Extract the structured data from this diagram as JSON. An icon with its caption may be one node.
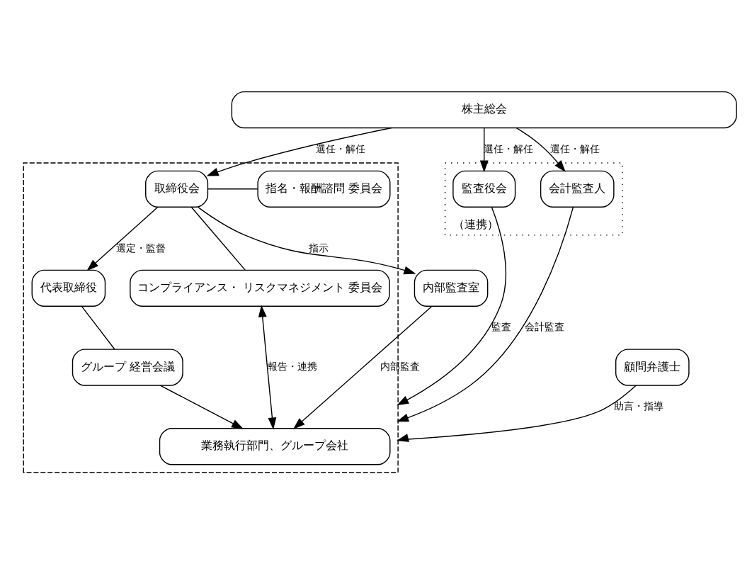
{
  "diagram": {
    "nodes": [
      {
        "text": [
          "株主総会"
        ]
      },
      {
        "text": [
          "（連携）"
        ]
      },
      {
        "text": [
          "監査役会"
        ],
        "in": 1
      },
      {
        "text": [
          "会計監査人"
        ],
        "in": 1
      },
      {
        "text": [],
        "shape": "box"
      },
      {
        "text": [
          "取締役会"
        ],
        "in": 4
      },
      {
        "text": [
          "指名・報酬諮問 委員会"
        ],
        "in": 4
      },
      {
        "text": [
          "内部監査室"
        ]
      },
      {
        "text": [
          "代表取締役"
        ],
        "in": 4
      },
      {
        "text": [
          "コンプライアンス・ リスクマネジメント 委員会"
        ],
        "in": 4
      },
      {
        "text": [
          "グループ 経営会議"
        ],
        "in": 4
      },
      {
        "text": [
          "顧問弁護士"
        ]
      },
      {
        "text": [
          "業務執行部門、グループ会社"
        ],
        "in": 4
      }
    ],
    "edges": [
      {
        "from": 0,
        "to": 3,
        "arrow": "to",
        "label": "選任・解任"
      },
      {
        "from": 0,
        "to": 2,
        "arrow": "to",
        "label": "選任・解任"
      },
      {
        "from": 0,
        "to": 5,
        "arrow": "to",
        "label": "選任・解任"
      },
      {
        "from": 2,
        "to": 4,
        "arrow": "to",
        "label": "監査"
      },
      {
        "from": 3,
        "to": 4,
        "arrow": "to",
        "label": "会計監査"
      },
      {
        "from": 11,
        "to": 4,
        "arrow": "to",
        "label": "助言・指導"
      },
      {
        "from": 5,
        "to": 6,
        "arrow": "none"
      },
      {
        "from": 5,
        "to": 7,
        "arrow": "to",
        "label": "指示"
      },
      {
        "from": 5,
        "to": 8,
        "arrow": "to",
        "label": "選定・監督"
      },
      {
        "from": 5,
        "to": 9,
        "arrow": "none"
      },
      {
        "from": 8,
        "to": 10,
        "arrow": "none"
      },
      {
        "from": 10,
        "to": 12,
        "arrow": "to"
      },
      {
        "from": 7,
        "to": 12,
        "arrow": "to",
        "label": "内部監査"
      },
      {
        "from": 9,
        "to": 12,
        "arrow": "both",
        "label": "報告・連携"
      }
    ]
  }
}
